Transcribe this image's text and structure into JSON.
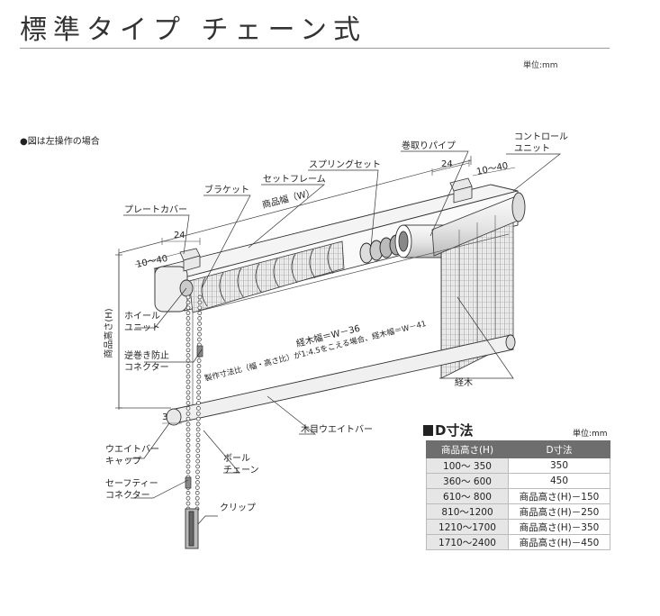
{
  "title": "標準タイプ チェーン式",
  "unit": "単位:mm",
  "note": "●図は左操作の場合",
  "labels": {
    "plate_cover": "プレートカバー",
    "bracket": "ブラケット",
    "set_frame": "セットフレーム",
    "product_width": "商品幅（W）",
    "spring_set": "スプリングセット",
    "winding_pipe": "巻取りパイプ",
    "control_unit_l1": "コントロール",
    "control_unit_l2": "ユニット",
    "wheel_unit_l1": "ホイール",
    "wheel_unit_l2": "ユニット",
    "reverse_connector_l1": "逆巻き防止",
    "reverse_connector_l2": "コネクター",
    "product_height": "商品高さ(H)",
    "slat_width": "経木幅＝W－36",
    "slat_note": "製作寸法比（幅・高さ比）が1:4.5をこえる場合、経木幅＝W－41",
    "slat": "経木",
    "wood_weight_bar": "木目ウエイトバー",
    "weight_cap_l1": "ウエイトバー",
    "weight_cap_l2": "キャップ",
    "ball_chain_l1": "ボール",
    "ball_chain_l2": "チェーン",
    "safety_connector_l1": "セーフティー",
    "safety_connector_l2": "コネクター",
    "clip": "クリップ"
  },
  "dims": {
    "d24_left": "24",
    "d10_40_left": "10～40",
    "d24_right": "24",
    "d10_40_right": "10～40",
    "d3": "3"
  },
  "dtable": {
    "title": "D寸法",
    "unit": "単位:mm",
    "headers": [
      "商品高さ(H)",
      "D寸法"
    ],
    "rows": [
      [
        "100～ 350",
        "350"
      ],
      [
        "360～ 600",
        "450"
      ],
      [
        "610～ 800",
        "商品高さ(H)－150"
      ],
      [
        "810～1200",
        "商品高さ(H)－250"
      ],
      [
        "1210～1700",
        "商品高さ(H)－350"
      ],
      [
        "1710～2400",
        "商品高さ(H)－450"
      ]
    ]
  }
}
